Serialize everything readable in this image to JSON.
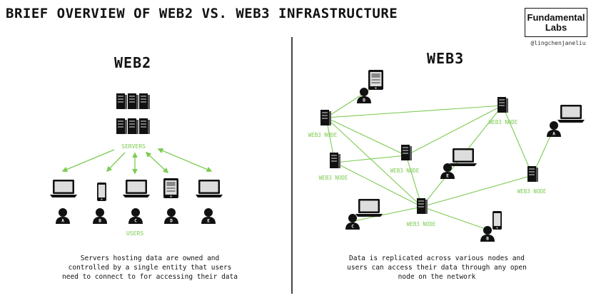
{
  "title": "BRIEF OVERVIEW OF WEB2 VS. WEB3 INFRASTRUCTURE",
  "brand": {
    "line1": "Fundamental",
    "line2": "Labs",
    "handle": "@lingchenjaneliu"
  },
  "web2": {
    "heading": "WEB2",
    "servers_label": "SERVERS",
    "users_label": "USERS",
    "users": [
      {
        "device": "laptop",
        "letter": "A"
      },
      {
        "device": "phone",
        "letter": "B"
      },
      {
        "device": "laptop",
        "letter": "C"
      },
      {
        "device": "tablet",
        "letter": "D"
      },
      {
        "device": "laptop",
        "letter": "E"
      }
    ],
    "caption_lines": [
      "Servers hosting data are owned and",
      "controlled by a single entity that users",
      "need to connect to for accessing their data"
    ]
  },
  "web3": {
    "heading": "WEB3",
    "node_label": "WEB3 NODE",
    "users": [
      {
        "device": "laptop",
        "letter": "A"
      },
      {
        "device": "phone",
        "letter": "B"
      },
      {
        "device": "laptop",
        "letter": "C"
      },
      {
        "device": "tablet",
        "letter": "D"
      },
      {
        "device": "laptop",
        "letter": "E"
      }
    ],
    "caption_lines": [
      "Data is replicated across various nodes and",
      "users can access their data through any open",
      "node on the network"
    ]
  },
  "colors": {
    "accent": "#7ccb52",
    "ink": "#111111"
  }
}
